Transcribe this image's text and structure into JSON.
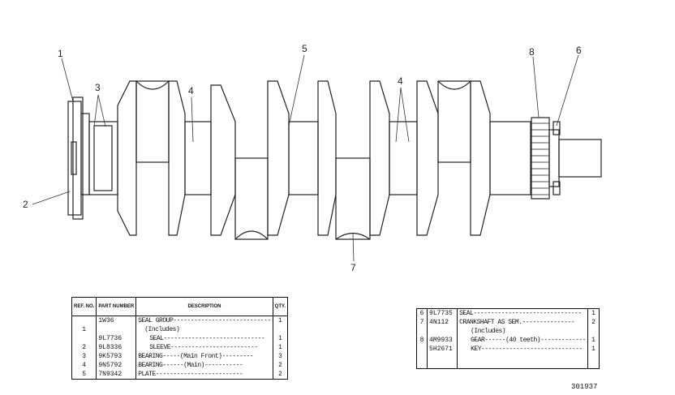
{
  "callouts": [
    "1",
    "2",
    "3",
    "4",
    "5",
    "4",
    "6",
    "7",
    "8"
  ],
  "left_table": {
    "headers": {
      "ref": "REF. NO.",
      "part": "PART NUMBER",
      "desc": "DESCRIPTION",
      "qty": "QTY."
    },
    "rows": [
      {
        "ref": "",
        "part": "1W36",
        "desc": "SEAL GROUP----------------------------",
        "qty": "1"
      },
      {
        "ref": "1",
        "part": "",
        "desc": "(Includes)",
        "qty": ""
      },
      {
        "ref": "",
        "part": "9L7736",
        "desc": "SEAL-----------------------------",
        "qty": "1"
      },
      {
        "ref": "2",
        "part": "9L8336",
        "desc": "SLEEVE-------------------------",
        "qty": "1"
      },
      {
        "ref": "3",
        "part": "9K5793",
        "desc": "BEARING-----(Main Front)---------",
        "qty": "3"
      },
      {
        "ref": "4",
        "part": "9N5792",
        "desc": "BEARING------(Main)-----------",
        "qty": "2"
      },
      {
        "ref": "5",
        "part": "7N9342",
        "desc": "PLATE-------------------------",
        "qty": "2"
      }
    ]
  },
  "right_table": {
    "rows": [
      {
        "ref": "6",
        "part": "9L7735",
        "desc": "SEAL-------------------------------",
        "qty": "1"
      },
      {
        "ref": "7",
        "part": "4N112",
        "desc": "CRANKSHAFT AS SEM.---------------",
        "qty": "2"
      },
      {
        "ref": "",
        "part": "",
        "desc": "(Includes)",
        "qty": ""
      },
      {
        "ref": "8",
        "part": "4M9933",
        "desc": "GEAR------(40 teeth)-------------",
        "qty": "1"
      },
      {
        "ref": "",
        "part": "5H2671",
        "desc": "KEY-----------------------------",
        "qty": "1"
      }
    ]
  },
  "figure_number": "301937"
}
